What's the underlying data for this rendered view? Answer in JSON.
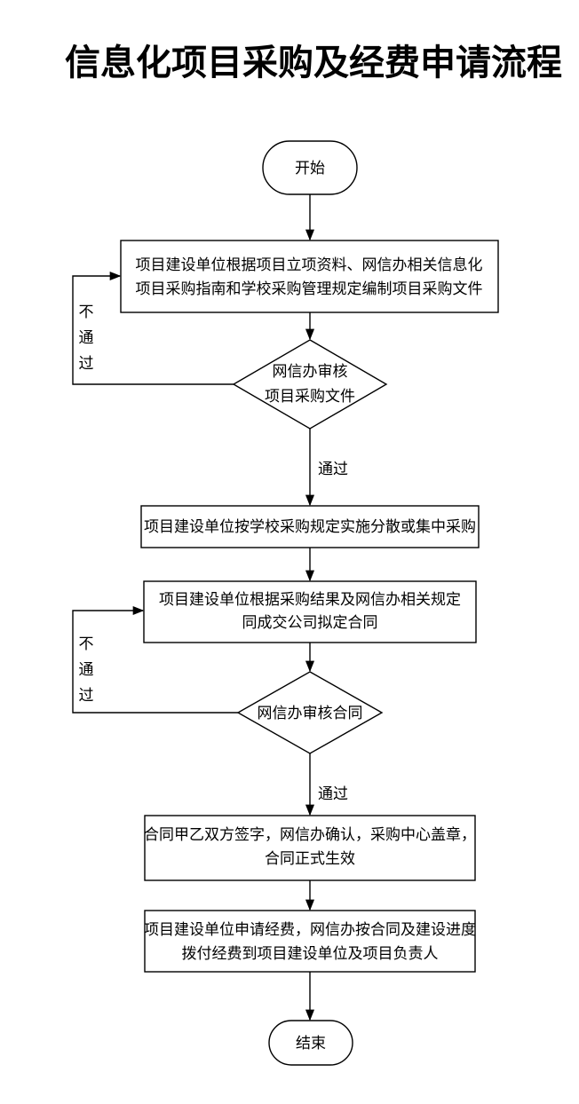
{
  "title": "信息化项目采购及经费申请流程",
  "nodes": {
    "start": "开始",
    "step1": [
      "项目建设单位根据项目立项资料、网信办相关信息化",
      "项目采购指南和学校采购管理规定编制项目采购文件"
    ],
    "review1": [
      "网信办审核",
      "项目采购文件"
    ],
    "step2": "项目建设单位按学校采购规定实施分散或集中采购",
    "step3": [
      "项目建设单位根据采购结果及网信办相关规定",
      "同成交公司拟定合同"
    ],
    "review2": "网信办审核合同",
    "step4": [
      "合同甲乙双方签字，网信办确认，采购中心盖章，",
      "合同正式生效"
    ],
    "step5": [
      "项目建设单位申请经费，网信办按合同及建设进度",
      "拨付经费到项目建设单位及项目负责人"
    ],
    "end": "结束"
  },
  "labels": {
    "pass": "通过",
    "fail": [
      "不",
      "通",
      "过"
    ]
  }
}
